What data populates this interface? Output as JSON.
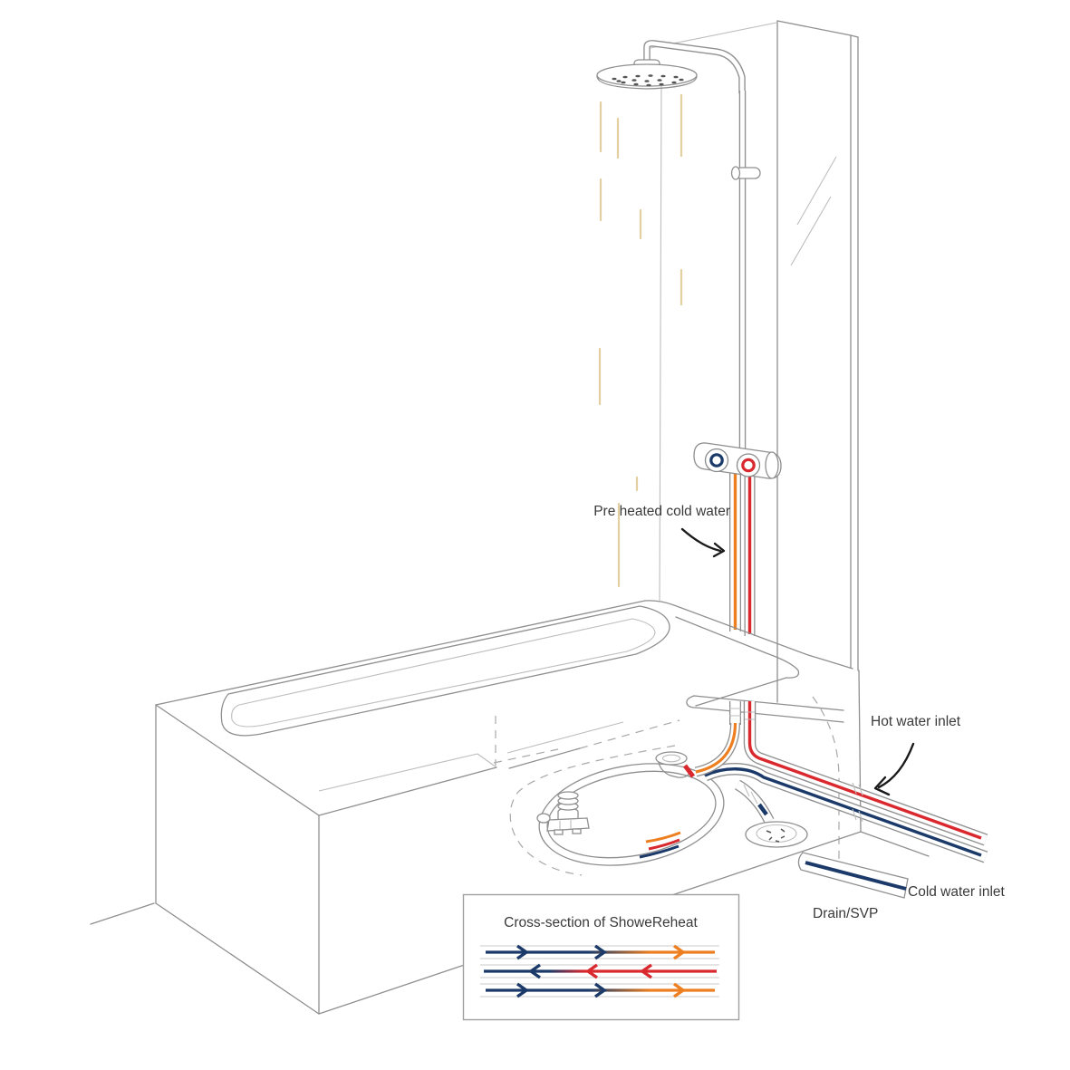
{
  "diagram": {
    "labels": {
      "pre_heated": "Pre heated cold water",
      "hot_inlet": "Hot water inlet",
      "cold_inlet": "Cold water inlet",
      "drain": "Drain/SVP"
    },
    "inset": {
      "title": "Cross-section of ShoweReheat",
      "rows": [
        {
          "flow": "right",
          "gradient": [
            "#1b3a69",
            "#ee7f20"
          ],
          "arrows": [
            "#1b3a69",
            "#1b3a69",
            "#ee7f20"
          ]
        },
        {
          "flow": "left",
          "gradient": [
            "#1b3a69",
            "#d9292e"
          ],
          "arrows": [
            "#1b3a69",
            "#d9292e",
            "#d9292e"
          ]
        },
        {
          "flow": "right",
          "gradient": [
            "#1b3a69",
            "#ee7f20"
          ],
          "arrows": [
            "#1b3a69",
            "#1b3a69",
            "#ee7f20"
          ]
        }
      ]
    },
    "colors": {
      "hot_water": "#d9292e",
      "cold_water": "#1b3a69",
      "pre_heated_water": "#ee7f20",
      "droplets": "#e3cf9f",
      "line_art": "#8f8f8f",
      "text": "#3a3a3a"
    },
    "components": {
      "shower_head": "rain shower head",
      "valve": "thermostatic shower valve (cold ring left, hot ring right)",
      "glass_screen": "bath shower screen",
      "bath": "L-shaped shower bath",
      "heat_exchanger": "ShoweReheat heat-recovery loop under bath",
      "waste": "bath waste fitting",
      "gully": "floor drain gully",
      "drain_pipe": "drain / soil vent pipe"
    }
  }
}
